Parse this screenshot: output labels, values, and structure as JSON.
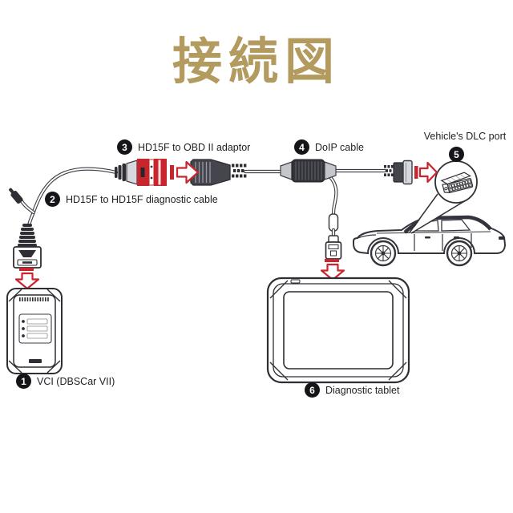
{
  "title": "接続図",
  "colors": {
    "gold": "#b39a5e",
    "red": "#c9252d",
    "ink": "#2e2e34"
  },
  "items": [
    {
      "num": "1",
      "label": "VCI (DBSCar VII)"
    },
    {
      "num": "2",
      "label": "HD15F to HD15F diagnostic cable"
    },
    {
      "num": "3",
      "label": "HD15F to OBD II adaptor"
    },
    {
      "num": "4",
      "label": "DoIP cable"
    },
    {
      "num": "5",
      "label": "Vehicle's DLC port"
    },
    {
      "num": "6",
      "label": "Diagnostic tablet"
    }
  ]
}
